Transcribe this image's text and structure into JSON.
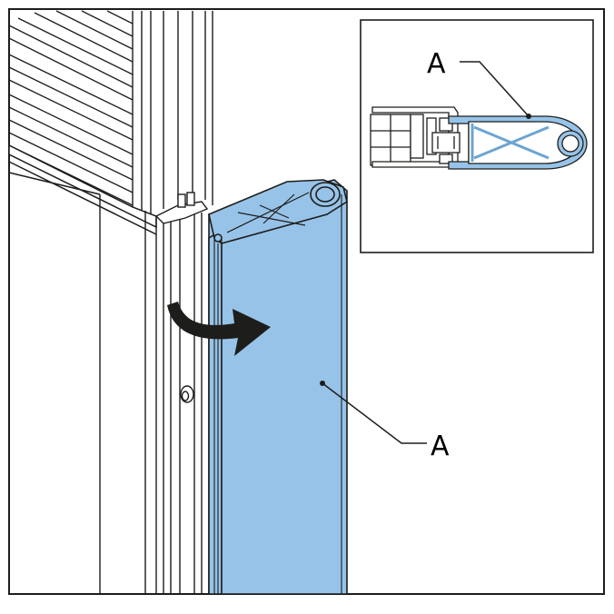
{
  "callouts": {
    "main_label": "A",
    "inset_label": "A"
  },
  "colors": {
    "cover_fill": "#97c3e8",
    "cover_edge": "#1d1d1b",
    "line": "#1d1d1b",
    "background": "#ffffff"
  },
  "icons": {
    "rotation_arrow": "curved-arrow-right"
  }
}
